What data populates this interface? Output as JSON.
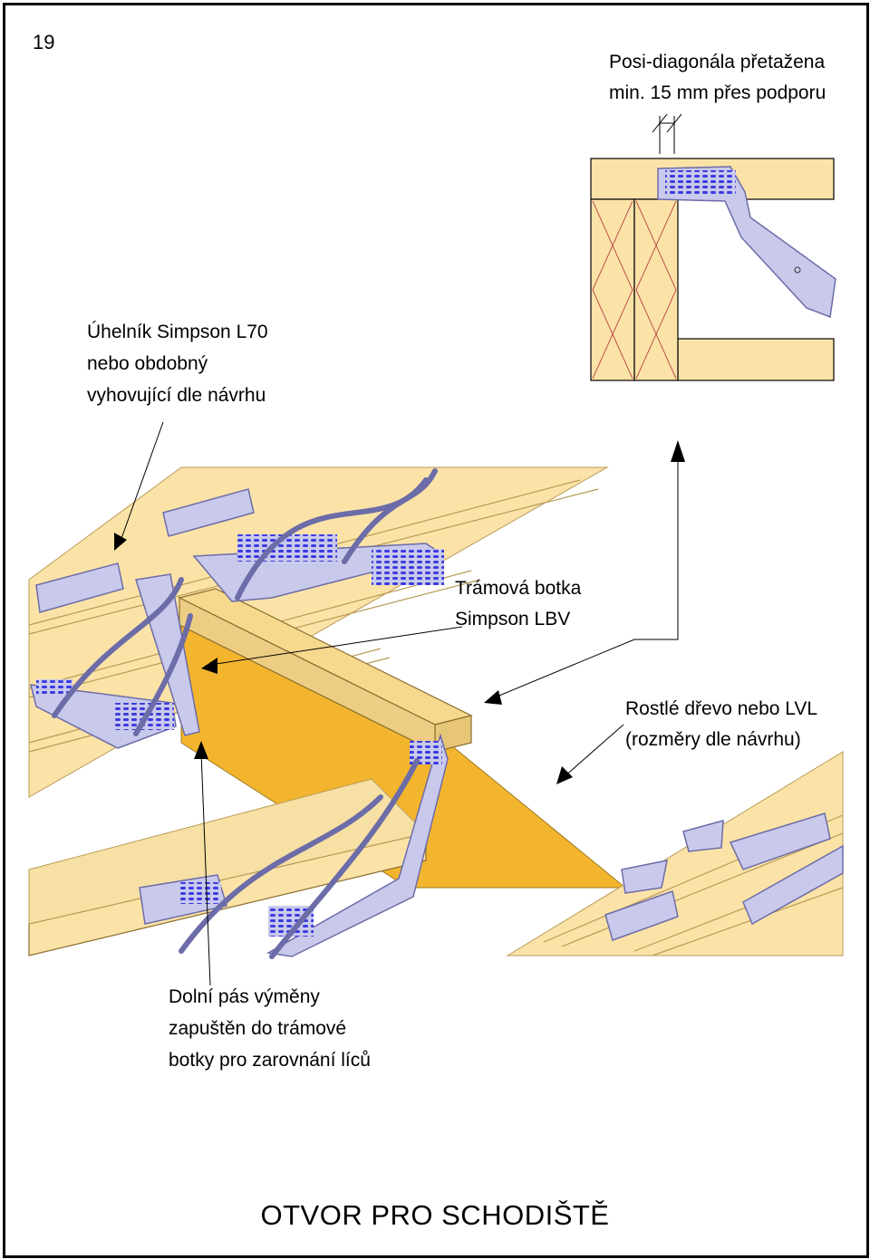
{
  "page_number": "19",
  "labels": {
    "posi_line1": "Posi-diagonála přetažena",
    "posi_line2": "min. 15 mm přes podporu",
    "uhelnik_line1": "Úhelník Simpson L70",
    "uhelnik_line2": "nebo obdobný",
    "uhelnik_line3": "vyhovující dle návrhu",
    "botka_line1": "Trámová botka",
    "botka_line2": "Simpson LBV",
    "drevo_line1": "Rostlé dřevo nebo LVL",
    "drevo_line2": "(rozměry dle návrhu)",
    "dolni_line1": "Dolní pás výměny",
    "dolni_line2": "zapuštěn do trámové",
    "dolni_line3": "botky pro zarovnání líců"
  },
  "title": "OTVOR PRO SCHODIŠTĚ",
  "colors": {
    "timber": "#fbe3a8",
    "timber_edge": "#c9a45c",
    "lvl": "#f3b52d",
    "metal": "#c9c9ec",
    "metal_edge": "#6c6ca8",
    "holes": "#3b3be0",
    "cross": "#c0504d"
  }
}
